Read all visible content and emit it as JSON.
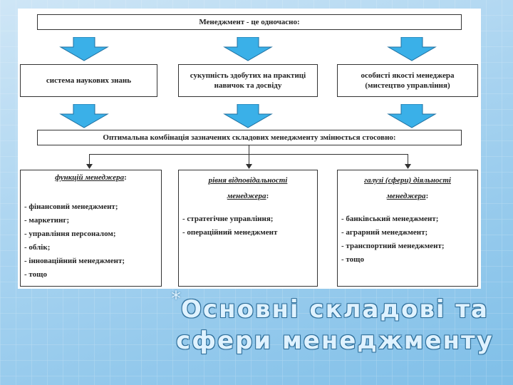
{
  "top_box": "Менеджмент - це одночасно:",
  "row1": [
    "система наукових знань",
    "сукупність здобутих на практиці навичок та досвіду",
    "особисті якості менеджера (мистецтво управління)"
  ],
  "middle_box": "Оптимальна комбінація зазначених складових менеджменту змінюється стосовно:",
  "col1": {
    "heading": "функцій менеджера",
    "colon": ":",
    "items": [
      "- фінансовий менеджмент;",
      "- маркетинг;",
      "- управління персоналом;",
      "- облік;",
      "- інноваційний менеджмент;",
      "- тощо"
    ]
  },
  "col2": {
    "heading_line1": "рівня відповідальності",
    "heading_line2": "менеджера",
    "colon": ":",
    "items": [
      "- стратегічне управління;",
      "- операційний менеджмент"
    ]
  },
  "col3": {
    "heading_line1": "галузі (сфери) діяльності",
    "heading_line2": "менеджера",
    "colon": ":",
    "items": [
      "- банківський менеджмент;",
      "- аграрний менеджмент;",
      "- транспортний менеджмент;",
      "- тощо"
    ]
  },
  "title": "Основні складові та сфери менеджменту",
  "bullet_glyph": "*",
  "colors": {
    "arrow": "#3ab0e8",
    "arrow_edge": "#1f6f9f",
    "title_fill": "#dff2ff",
    "title_edge": "#2f6f9a"
  }
}
